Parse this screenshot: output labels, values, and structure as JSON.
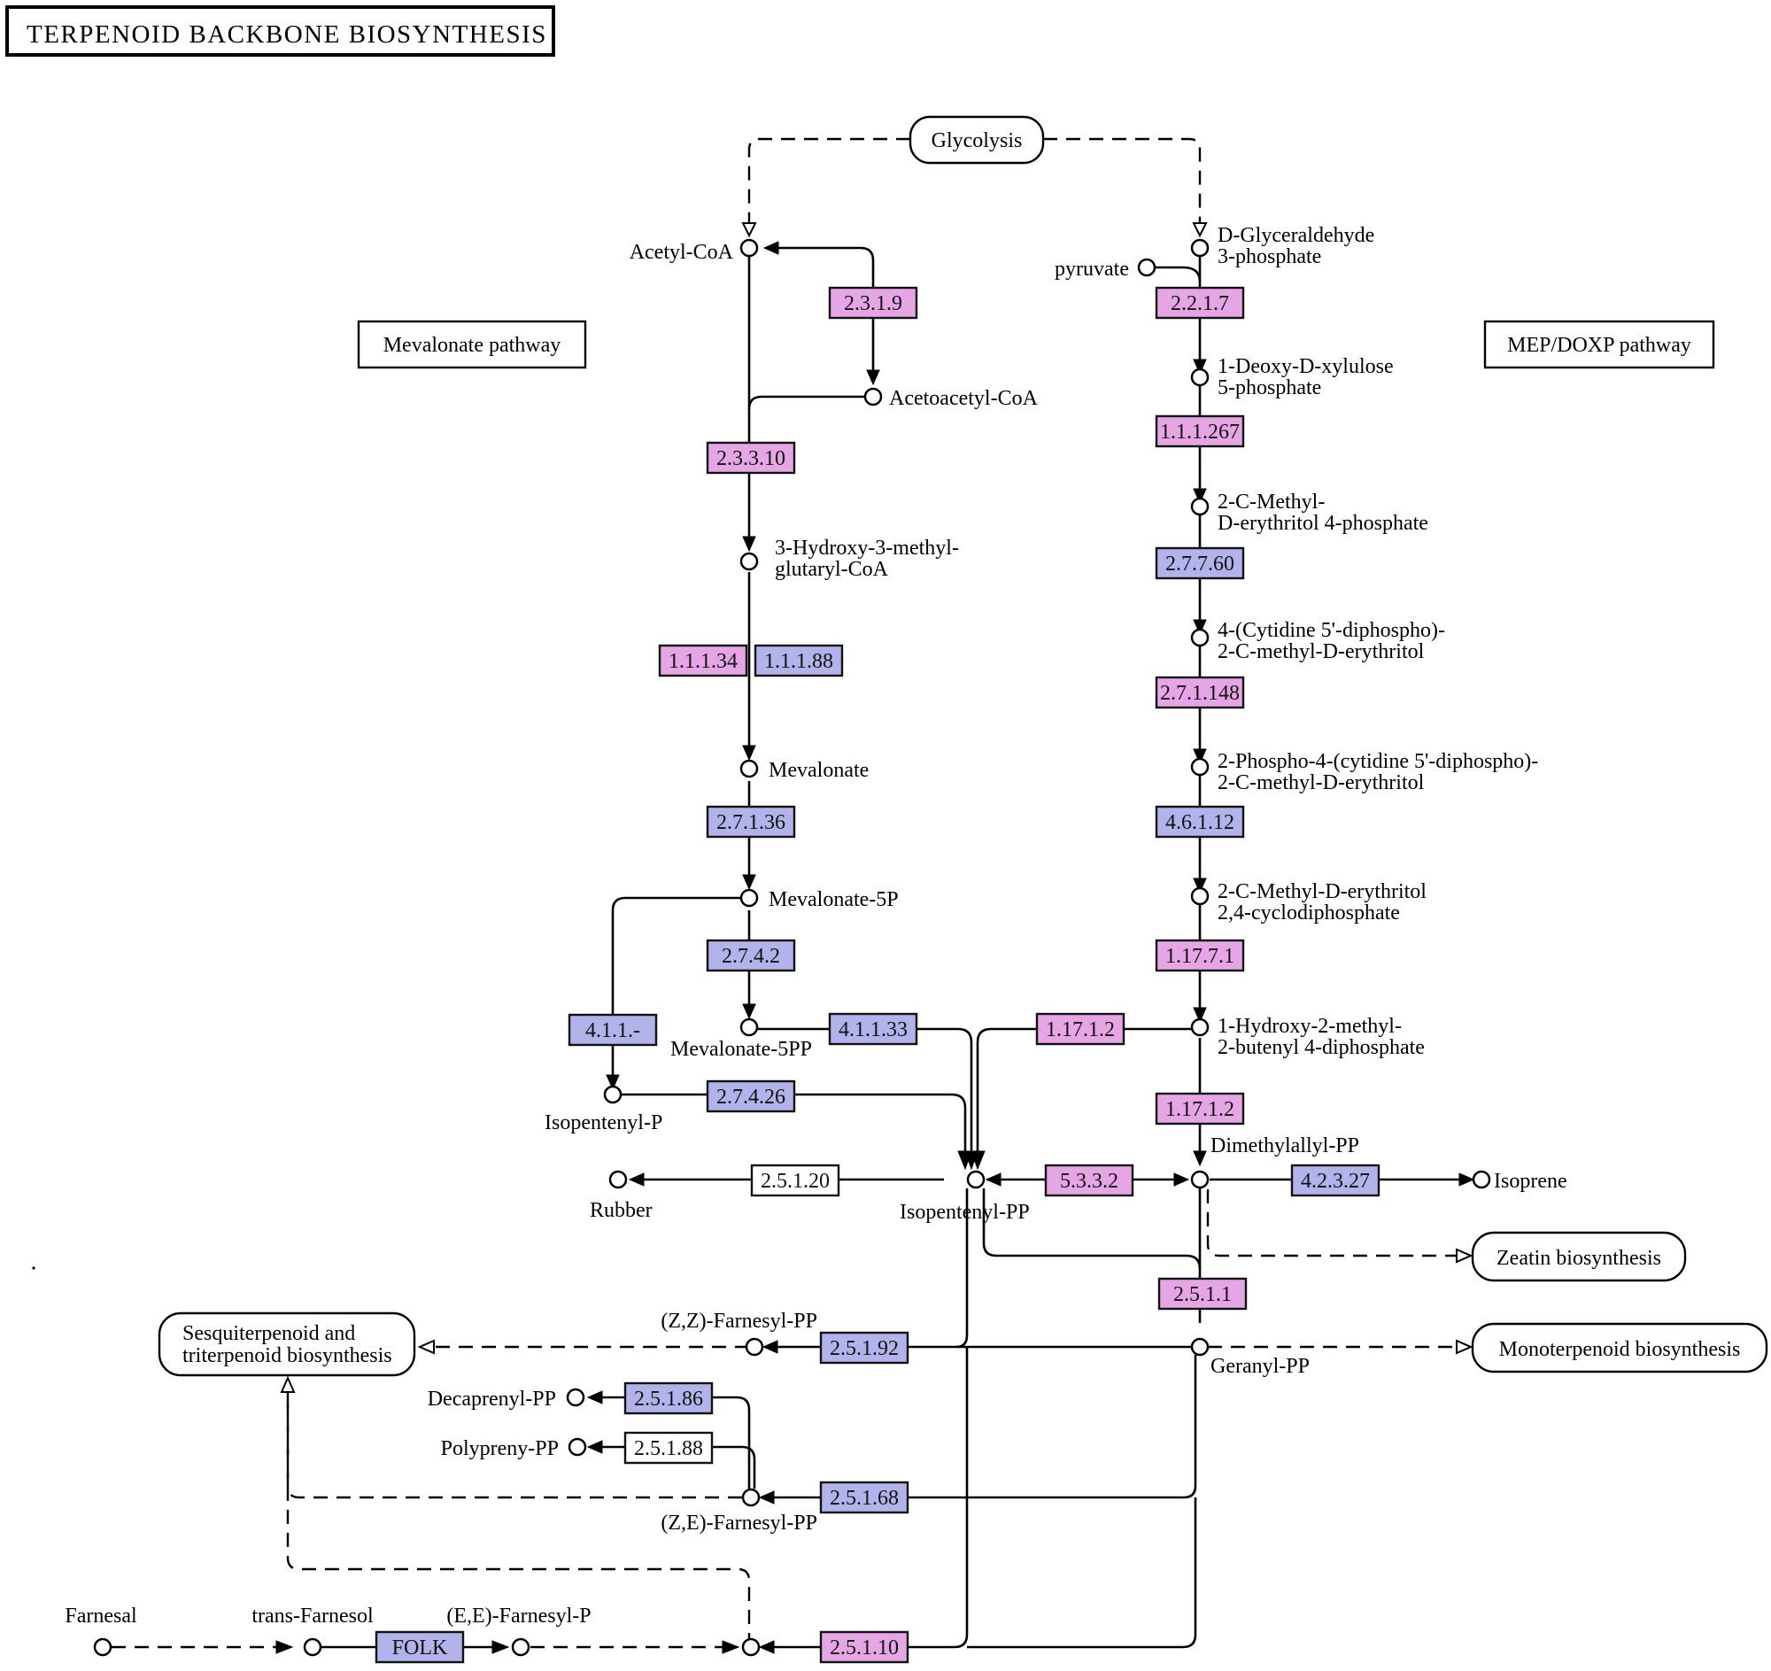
{
  "title": "TERPENOID BACKBONE BIOSYNTHESIS",
  "pathway_labels": {
    "mevalonate": "Mevalonate pathway",
    "mep": "MEP/DOXP pathway"
  },
  "maps": {
    "glycolysis": "Glycolysis",
    "zeatin": "Zeatin biosynthesis",
    "monoterpenoid": "Monoterpenoid biosynthesis",
    "sesquiterpenoid_line1": "Sesquiterpenoid and",
    "sesquiterpenoid_line2": "triterpenoid biosynthesis"
  },
  "compounds": {
    "acetyl_coa": "Acetyl-CoA",
    "acetoacetyl_coa": "Acetoacetyl-CoA",
    "hmg_coa_line1": "3-Hydroxy-3-methyl-",
    "hmg_coa_line2": "glutaryl-CoA",
    "mevalonate": "Mevalonate",
    "mevalonate_5p": "Mevalonate-5P",
    "mevalonate_5pp": "Mevalonate-5PP",
    "isopentenyl_p": "Isopentenyl-P",
    "isopentenyl_pp": "Isopentenyl-PP",
    "rubber": "Rubber",
    "pyruvate": "pyruvate",
    "g3p_line1": "D-Glyceraldehyde",
    "g3p_line2": "3-phosphate",
    "dxp_line1": "1-Deoxy-D-xylulose",
    "dxp_line2": "5-phosphate",
    "mep_line1": "2-C-Methyl-",
    "mep_line2": "D-erythritol 4-phosphate",
    "cdp_me_line1": "4-(Cytidine 5'-diphospho)-",
    "cdp_me_line2": "2-C-methyl-D-erythritol",
    "cdp_mep_line1": "2-Phospho-4-(cytidine 5'-diphospho)-",
    "cdp_mep_line2": "2-C-methyl-D-erythritol",
    "mecpp_line1": "2-C-Methyl-D-erythritol",
    "mecpp_line2": "2,4-cyclodiphosphate",
    "hmbpp_line1": "1-Hydroxy-2-methyl-",
    "hmbpp_line2": "2-butenyl 4-diphosphate",
    "dmapp": "Dimethylallyl-PP",
    "isoprene": "Isoprene",
    "geranyl_pp": "Geranyl-PP",
    "zz_fpp": "(Z,Z)-Farnesyl-PP",
    "decaprenyl_pp": "Decaprenyl-PP",
    "polypreny_pp": "Polypreny-PP",
    "ze_fpp": "(Z,E)-Farnesyl-PP",
    "farnesal": "Farnesal",
    "trans_farnesol": "trans-Farnesol",
    "ee_fp": "(E,E)-Farnesyl-P"
  },
  "enzymes": {
    "e2319": "2.3.1.9",
    "e23310": "2.3.3.10",
    "e11134": "1.1.1.34",
    "e11188": "1.1.1.88",
    "e27136": "2.7.1.36",
    "e2742": "2.7.4.2",
    "e411": "4.1.1.-",
    "e41133": "4.1.1.33",
    "e27426": "2.7.4.26",
    "e25120": "2.5.1.20",
    "e2217": "2.2.1.7",
    "e111267": "1.1.1.267",
    "e27760": "2.7.7.60",
    "e271148": "2.7.1.148",
    "e46112": "4.6.1.12",
    "e11771": "1.17.7.1",
    "e11712a": "1.17.1.2",
    "e11712b": "1.17.1.2",
    "e5332": "5.3.3.2",
    "e42327": "4.2.3.27",
    "e2511": "2.5.1.1",
    "e25192": "2.5.1.92",
    "e25186": "2.5.1.86",
    "e25188": "2.5.1.88",
    "e25168": "2.5.1.68",
    "e25110": "2.5.1.10",
    "folk": "FOLK"
  },
  "colors": {
    "enzyme_pink": "#e6a6e6",
    "enzyme_blue": "#b3b3ec",
    "enzyme_white": "#ffffff",
    "line": "#000000"
  }
}
